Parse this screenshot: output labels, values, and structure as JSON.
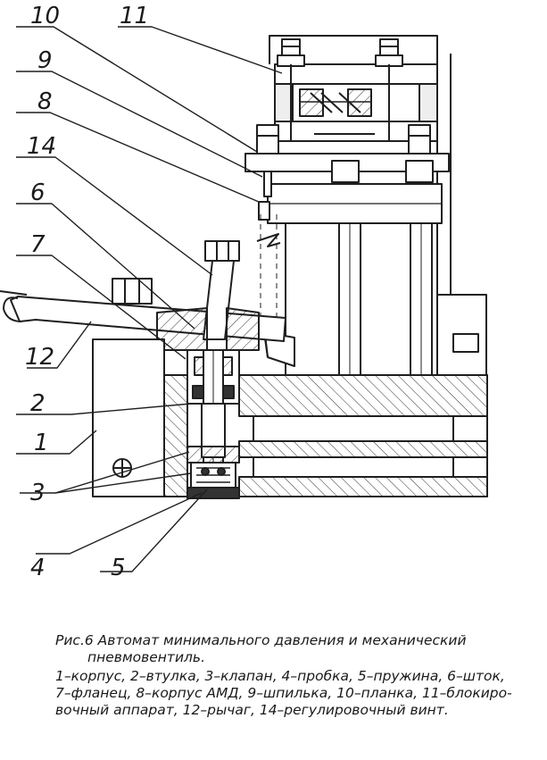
{
  "figure": {
    "callouts": [
      {
        "id": "10",
        "label": "10"
      },
      {
        "id": "11",
        "label": "11"
      },
      {
        "id": "9",
        "label": "9"
      },
      {
        "id": "8",
        "label": "8"
      },
      {
        "id": "14",
        "label": "14"
      },
      {
        "id": "6",
        "label": "6"
      },
      {
        "id": "7",
        "label": "7"
      },
      {
        "id": "12",
        "label": "12"
      },
      {
        "id": "2",
        "label": "2"
      },
      {
        "id": "1",
        "label": "1"
      },
      {
        "id": "3",
        "label": "3"
      },
      {
        "id": "4",
        "label": "4"
      },
      {
        "id": "5",
        "label": "5"
      }
    ],
    "caption": {
      "title_line1": "Рис.6 Автомат минимального давления и механический",
      "title_line2": "пневмовентиль.",
      "legend_line1": "1–корпус, 2–втулка, 3–клапан, 4–пробка, 5–пружина, 6–шток,",
      "legend_line2": "7–фланец, 8–корпус АМД, 9–шпилька, 10–планка, 11–блокиро-",
      "legend_line3": "вочный аппарат, 12–рычаг, 14–регулировочный винт."
    }
  }
}
